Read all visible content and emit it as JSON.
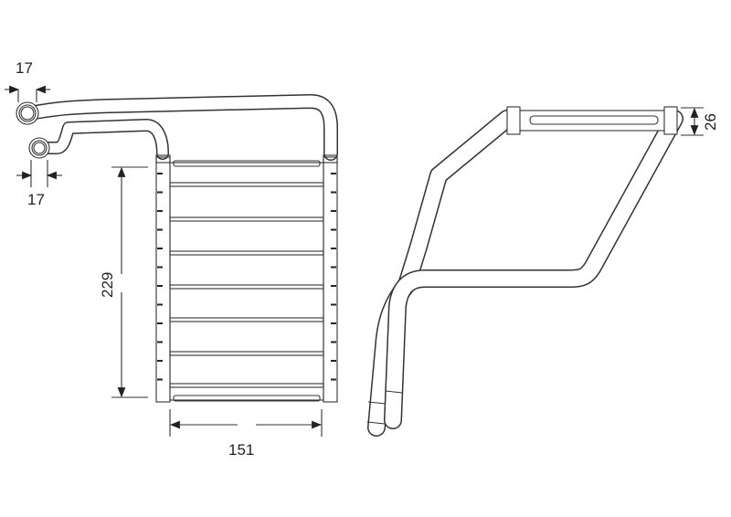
{
  "drawing": {
    "front_view": {
      "inlet_diameter": "17",
      "outlet_diameter": "17",
      "core_height": "229",
      "core_width": "151"
    },
    "side_view": {
      "core_depth": "26"
    }
  }
}
